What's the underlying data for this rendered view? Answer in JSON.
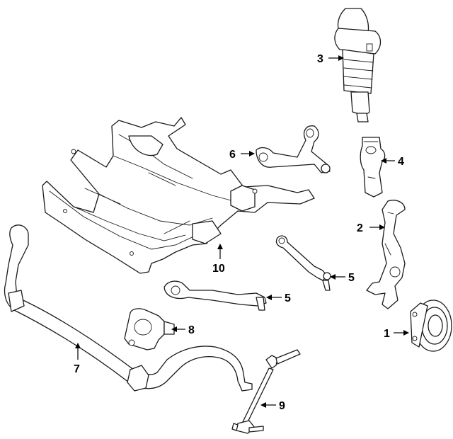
{
  "diagram": {
    "callouts": [
      {
        "id": "c1",
        "label": "1"
      },
      {
        "id": "c2",
        "label": "2"
      },
      {
        "id": "c3",
        "label": "3"
      },
      {
        "id": "c4",
        "label": "4"
      },
      {
        "id": "c5a",
        "label": "5"
      },
      {
        "id": "c5b",
        "label": "5"
      },
      {
        "id": "c6",
        "label": "6"
      },
      {
        "id": "c7",
        "label": "7"
      },
      {
        "id": "c8",
        "label": "8"
      },
      {
        "id": "c9",
        "label": "9"
      },
      {
        "id": "c10",
        "label": "10"
      }
    ],
    "colors": {
      "line": "#1a1a1a",
      "background": "#ffffff"
    }
  }
}
